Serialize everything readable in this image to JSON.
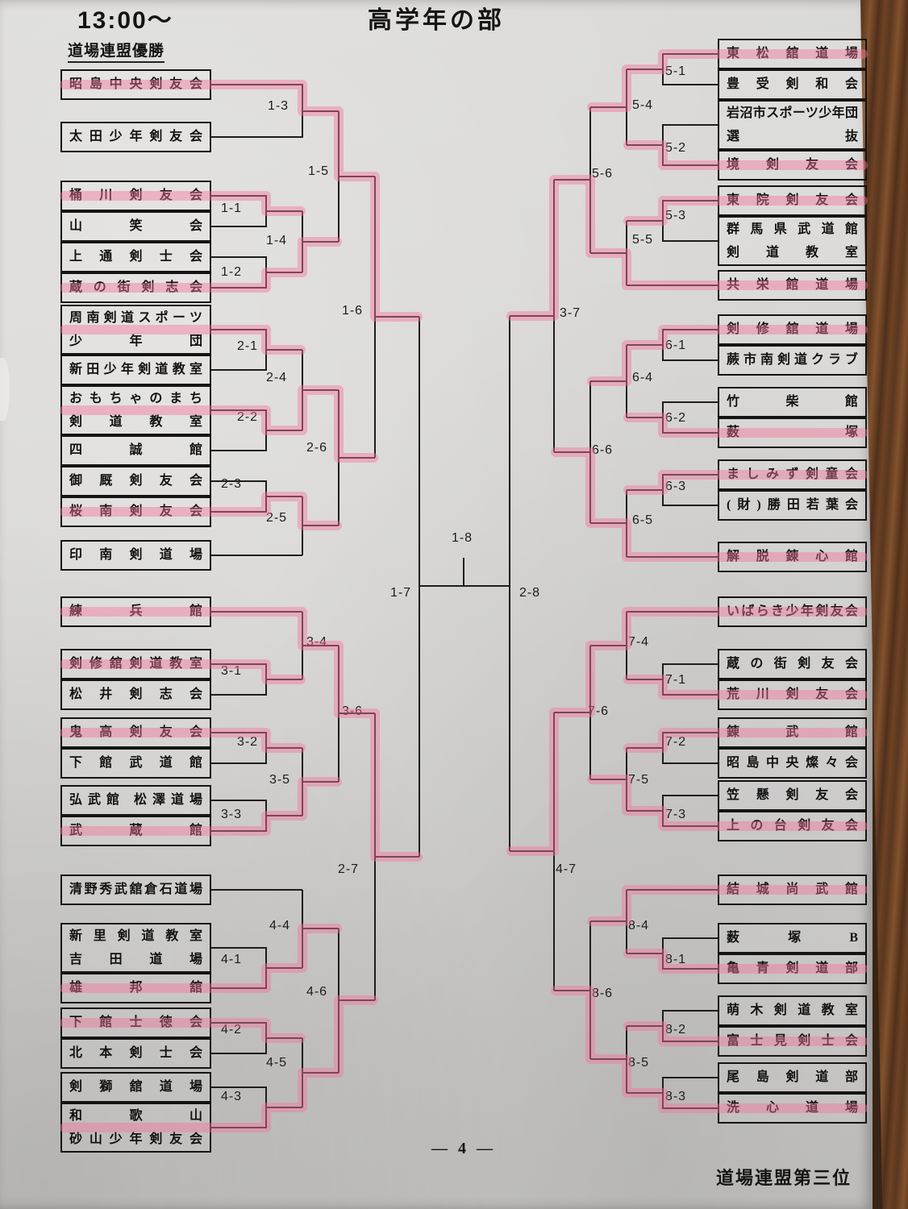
{
  "page": {
    "time": "13:00〜",
    "title": "高学年の部",
    "top_seed_note": "道場連盟優勝",
    "bottom_seed_note": "道場連盟第三位",
    "page_number": "— 4 —"
  },
  "colors": {
    "paper": "#d7d6d4",
    "ink": "#1e1e1e",
    "highlighter_pink": "#f5759c",
    "wood_table": "#6e4224"
  },
  "bracket": {
    "left_teams": [
      [
        "昭島中央剣友会"
      ],
      [
        "太田少年剣友会"
      ],
      [
        "桶川剣友会"
      ],
      [
        "山笑会"
      ],
      [
        "上通剣士会"
      ],
      [
        "蔵の街剣志会"
      ],
      [
        "周南剣道スポーツ",
        "少年団"
      ],
      [
        "新田少年剣道教室"
      ],
      [
        "おもちゃのまち",
        "剣道教室"
      ],
      [
        "四誠館"
      ],
      [
        "御厩剣友会"
      ],
      [
        "桜南剣友会"
      ],
      [
        "印南剣道場"
      ],
      [
        "練兵館"
      ],
      [
        "剣修舘剣道教室"
      ],
      [
        "松井剣志会"
      ],
      [
        "鬼高剣友会"
      ],
      [
        "下館武道館"
      ],
      [
        "弘武館 松澤道場"
      ],
      [
        "武蔵館"
      ],
      [
        "清野秀武舘倉石道場"
      ],
      [
        "新里剣道教室",
        "吉田道場"
      ],
      [
        "雄邦舘"
      ],
      [
        "下館士徳会"
      ],
      [
        "北本剣士会"
      ],
      [
        "剣獅舘道場"
      ],
      [
        "和歌山",
        "砂山少年剣友会"
      ]
    ],
    "right_teams": [
      [
        "東松舘道場"
      ],
      [
        "豊受剣和会"
      ],
      [
        "岩沼市スポーツ少年団",
        "選抜"
      ],
      [
        "境剣友会"
      ],
      [
        "東院剣友会"
      ],
      [
        "群馬県武道館",
        "剣道教室"
      ],
      [
        "共栄館道場"
      ],
      [
        "剣修舘道場"
      ],
      [
        "蕨市南剣道クラブ"
      ],
      [
        "竹柴館"
      ],
      [
        "薮塚"
      ],
      [
        "ましみず剣童会"
      ],
      [
        "(財)勝田若葉会"
      ],
      [
        "解脱錬心館"
      ],
      [
        "いばらき少年剣友会"
      ],
      [
        "蔵の街剣友会"
      ],
      [
        "荒川剣友会"
      ],
      [
        "錬武館"
      ],
      [
        "昭島中央燦々会"
      ],
      [
        "笠懸剣友会"
      ],
      [
        "上の台剣友会"
      ],
      [
        "結城尚武館"
      ],
      [
        "薮塚B"
      ],
      [
        "亀青剣道部"
      ],
      [
        "萌木剣道教室"
      ],
      [
        "富士見剣士会"
      ],
      [
        "尾島剣道部"
      ],
      [
        "洗心道場"
      ]
    ],
    "match_labels": [
      "1-3",
      "1-5",
      "1-1",
      "1-4",
      "1-2",
      "1-6",
      "2-1",
      "2-4",
      "2-2",
      "2-6",
      "2-3",
      "2-5",
      "1-8",
      "1-7",
      "3-4",
      "3-1",
      "3-6",
      "3-2",
      "3-5",
      "3-3",
      "2-7",
      "4-4",
      "4-1",
      "4-6",
      "4-2",
      "4-5",
      "4-3",
      "5-1",
      "5-4",
      "5-2",
      "5-6",
      "5-3",
      "5-5",
      "3-7",
      "6-1",
      "6-4",
      "6-2",
      "6-6",
      "6-3",
      "6-5",
      "2-8",
      "7-4",
      "7-1",
      "7-6",
      "7-2",
      "7-5",
      "7-3",
      "4-7",
      "8-4",
      "8-1",
      "8-6",
      "8-2",
      "8-5",
      "8-3"
    ],
    "pink_highlight_winners": {
      "1-1": "桶川剣友会",
      "1-2": "蔵の街剣志会",
      "1-3": "昭島中央剣友会",
      "1-4": "蔵の街剣志会",
      "1-5": "昭島中央剣友会",
      "1-6": "昭島中央剣友会",
      "2-1": "周南剣道スポーツ少年団",
      "2-2": "おもちゃのまち剣道教室",
      "2-3": "桜南剣友会",
      "2-4": "おもちゃのまち剣道教室",
      "2-5": "桜南剣友会",
      "2-6": "おもちゃのまち剣道教室",
      "3-1": "剣修舘剣道教室",
      "3-2": "鬼高剣友会",
      "3-3": "武蔵館",
      "3-4": "練兵館",
      "3-5": "武蔵館",
      "3-6": "練兵館",
      "2-7": "練兵館",
      "4-1": "雄邦舘",
      "4-2": "下館士徳会",
      "4-3": "和歌山砂山少年剣友会",
      "4-4": "雄邦舘",
      "4-5": "和歌山砂山少年剣友会",
      "4-6": "和歌山砂山少年剣友会",
      "5-1": "東松舘道場",
      "5-2": "境剣友会",
      "5-3": "東院剣友会",
      "5-4": "東松舘道場",
      "5-5": "共栄館道場",
      "5-6": "共栄館道場",
      "3-7": "共栄館道場",
      "6-1": "剣修舘道場",
      "6-2": "薮塚",
      "6-3": "ましみず剣童会",
      "6-4": "剣修舘道場",
      "6-5": "解脱錬心館",
      "6-6": "解脱錬心館",
      "7-1": "荒川剣友会",
      "7-2": "錬武館",
      "7-3": "上の台剣友会",
      "7-4": "いばらき少年剣友会",
      "7-5": "上の台剣友会",
      "7-6": "いばらき少年剣友会",
      "4-7": "いばらき少年剣友会",
      "8-1": "亀青剣道部",
      "8-2": "富士見剣士会",
      "8-3": "洗心道場",
      "8-4": "結城尚武館",
      "8-5": "洗心道場",
      "8-6": "洗心道場"
    }
  }
}
